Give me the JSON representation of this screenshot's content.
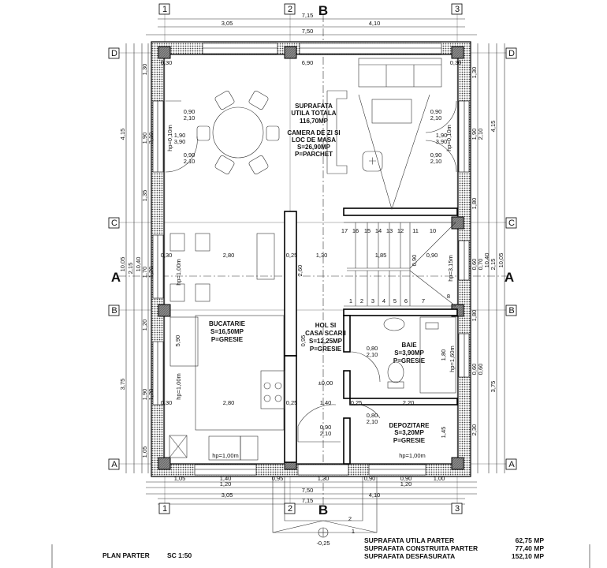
{
  "title": {
    "plan": "PLAN PARTER",
    "scale": "SC 1:50"
  },
  "summary": [
    {
      "label": "SUPRAFATA UTILA  PARTER",
      "value": "62,75 MP"
    },
    {
      "label": "SUPRAFATA CONSTRUITA  PARTER",
      "value": "77,40 MP"
    },
    {
      "label": "SUPRAFATA DESFASURATA",
      "value": "152,10 MP"
    }
  ],
  "grid": {
    "cols": [
      "1",
      "2",
      "3"
    ],
    "rows": [
      "D",
      "C",
      "B",
      "A"
    ]
  },
  "sections": {
    "a": "A",
    "b": "B"
  },
  "rooms": {
    "living": [
      "SUPRAFATA",
      "UTILA TOTALA",
      "116,70MP",
      "CAMERA DE ZI SI",
      "LOC DE MASA",
      "S=26,90MP",
      "P=PARCHET"
    ],
    "kitchen": [
      "BUCATARIE",
      "S=16,50MP",
      "P=GRESIE"
    ],
    "hall": [
      "HOL SI",
      "CASA SCARII",
      "S=12,25MP",
      "P=GRESIE"
    ],
    "bath": [
      "BAIE",
      "S=3,90MP",
      "P=GRESIE"
    ],
    "storage": [
      "DEPOZITARE",
      "S=3,20MP",
      "P=GRESIE"
    ]
  },
  "levels": {
    "floor": "±0,00",
    "entry": "-0,25"
  },
  "entry_steps": [
    "2",
    "1"
  ],
  "hp": {
    "window": "hp=1,00m",
    "window_low": "hp=0,10m",
    "bath": "hp=1,60m",
    "stair": "hp=3,15m"
  },
  "openings": {
    "door_090": [
      "0,90",
      "2,10"
    ],
    "door_080": [
      "0,80",
      "2,10"
    ],
    "window_living": [
      "1,90",
      "3,90"
    ]
  },
  "dims": {
    "top": [
      "7,15",
      "3,05",
      "4,10",
      "7,50"
    ],
    "bottom": [
      "1,05",
      "1,40",
      "0,95",
      "1,30",
      "0,90",
      "0,90",
      "1,00"
    ],
    "bottom2": [
      "1,20",
      "1,20"
    ],
    "bottom_totals": [
      "7,50",
      "3,05",
      "4,10",
      "7,15"
    ],
    "left": [
      "4,15",
      "10,05",
      "3,75",
      "2,15",
      "10,40",
      "1,30",
      "1,90",
      "2,10",
      "1,35",
      "1,70",
      "1,20",
      "1,20",
      "1,90",
      "1,20",
      "1,05"
    ],
    "right": [
      "1,30",
      "1,90",
      "2,10",
      "1,80",
      "0,60",
      "0,70",
      "1,80",
      "0,60",
      "0,60",
      "2,30",
      "10,40",
      "4,15",
      "2,15",
      "10,05",
      "3,75"
    ],
    "interior": [
      "6,90",
      "0,30",
      "2,80",
      "1,30",
      "1,85",
      "0,90",
      "1,40",
      "2,20",
      "0,25",
      "5,90",
      "2,60",
      "0,95",
      "1,80",
      "1,45",
      "0,90"
    ]
  },
  "stair_steps": [
    "17",
    "16",
    "15",
    "14",
    "13",
    "12",
    "11",
    "10",
    "1",
    "2",
    "3",
    "4",
    "5",
    "6",
    "7",
    "8"
  ]
}
